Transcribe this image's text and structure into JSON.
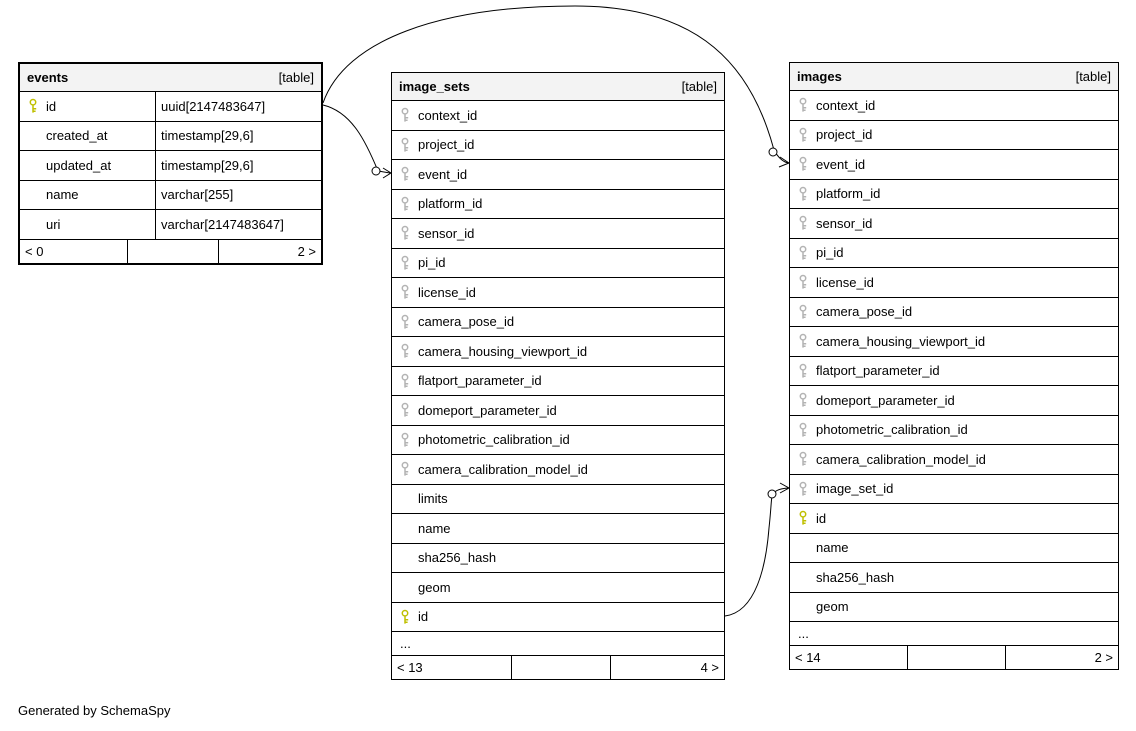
{
  "footer_note": "Generated by SchemaSpy",
  "colors": {
    "primary_key": "#bfbf00",
    "foreign_key": "#b3b3b3",
    "header_bg": "#f3f3f3",
    "border": "#000000"
  },
  "relations": [
    {
      "from": "events.id",
      "to": "image_sets.event_id"
    },
    {
      "from": "events.id",
      "to": "images.event_id"
    },
    {
      "from": "image_sets.id",
      "to": "images.image_set_id"
    }
  ],
  "tables": [
    {
      "name": "events",
      "badge": "[table]",
      "columns": [
        {
          "name": "id",
          "type": "uuid[2147483647]",
          "key": "primary"
        },
        {
          "name": "created_at",
          "type": "timestamp[29,6]",
          "key": "none"
        },
        {
          "name": "updated_at",
          "type": "timestamp[29,6]",
          "key": "none"
        },
        {
          "name": "name",
          "type": "varchar[255]",
          "key": "none"
        },
        {
          "name": "uri",
          "type": "varchar[2147483647]",
          "key": "none"
        }
      ],
      "stats": {
        "left": "< 0",
        "right": "2 >"
      }
    },
    {
      "name": "image_sets",
      "badge": "[table]",
      "columns": [
        {
          "name": "context_id",
          "key": "foreign"
        },
        {
          "name": "project_id",
          "key": "foreign"
        },
        {
          "name": "event_id",
          "key": "foreign"
        },
        {
          "name": "platform_id",
          "key": "foreign"
        },
        {
          "name": "sensor_id",
          "key": "foreign"
        },
        {
          "name": "pi_id",
          "key": "foreign"
        },
        {
          "name": "license_id",
          "key": "foreign"
        },
        {
          "name": "camera_pose_id",
          "key": "foreign"
        },
        {
          "name": "camera_housing_viewport_id",
          "key": "foreign"
        },
        {
          "name": "flatport_parameter_id",
          "key": "foreign"
        },
        {
          "name": "domeport_parameter_id",
          "key": "foreign"
        },
        {
          "name": "photometric_calibration_id",
          "key": "foreign"
        },
        {
          "name": "camera_calibration_model_id",
          "key": "foreign"
        },
        {
          "name": "limits",
          "key": "none"
        },
        {
          "name": "name",
          "key": "none"
        },
        {
          "name": "sha256_hash",
          "key": "none"
        },
        {
          "name": "geom",
          "key": "none"
        },
        {
          "name": "id",
          "key": "primary"
        }
      ],
      "more_label": "...",
      "stats": {
        "left": "< 13",
        "right": "4 >"
      }
    },
    {
      "name": "images",
      "badge": "[table]",
      "columns": [
        {
          "name": "context_id",
          "key": "foreign"
        },
        {
          "name": "project_id",
          "key": "foreign"
        },
        {
          "name": "event_id",
          "key": "foreign"
        },
        {
          "name": "platform_id",
          "key": "foreign"
        },
        {
          "name": "sensor_id",
          "key": "foreign"
        },
        {
          "name": "pi_id",
          "key": "foreign"
        },
        {
          "name": "license_id",
          "key": "foreign"
        },
        {
          "name": "camera_pose_id",
          "key": "foreign"
        },
        {
          "name": "camera_housing_viewport_id",
          "key": "foreign"
        },
        {
          "name": "flatport_parameter_id",
          "key": "foreign"
        },
        {
          "name": "domeport_parameter_id",
          "key": "foreign"
        },
        {
          "name": "photometric_calibration_id",
          "key": "foreign"
        },
        {
          "name": "camera_calibration_model_id",
          "key": "foreign"
        },
        {
          "name": "image_set_id",
          "key": "foreign"
        },
        {
          "name": "id",
          "key": "primary"
        },
        {
          "name": "name",
          "key": "none"
        },
        {
          "name": "sha256_hash",
          "key": "none"
        },
        {
          "name": "geom",
          "key": "none"
        }
      ],
      "more_label": "...",
      "stats": {
        "left": "< 14",
        "right": "2 >"
      }
    }
  ]
}
